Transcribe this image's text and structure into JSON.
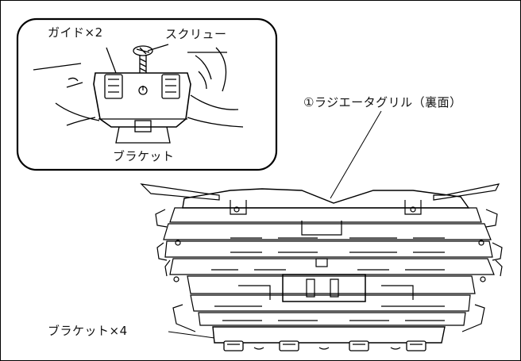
{
  "labels": {
    "guide": "ガイド×2",
    "screw": "スクリュー",
    "bracket": "ブラケット",
    "grille": "①ラジエータグリル（裏面）",
    "bracket_x4": "ブラケット×4"
  }
}
